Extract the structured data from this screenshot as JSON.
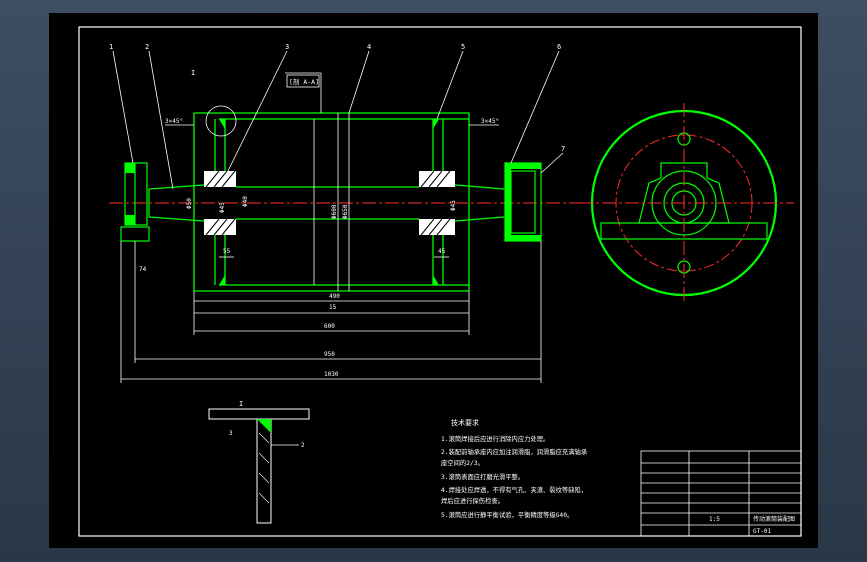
{
  "drawing": {
    "section_tag": "[剖 A-A]",
    "part_numbers": [
      "1",
      "2",
      "3",
      "4",
      "5",
      "6",
      "7"
    ],
    "detail_label": "I",
    "chamfer_left": "3×45°",
    "chamfer_right": "3×45°",
    "dims": {
      "d_inner": "Φ50",
      "d_bore": "Φ40",
      "d_shell": "Φ600",
      "d_outer": "Φ650",
      "d_right": "Φ45",
      "d_shaft": "Φ45",
      "len_55": "55",
      "len_45": "45",
      "len_490": "490",
      "len_600": "600",
      "len_950": "950",
      "len_total": "1030",
      "len_15": "15",
      "len_74": "74"
    },
    "detail": {
      "title": "I",
      "weld": "3",
      "ref": "2"
    },
    "notes": {
      "heading": "技术要求",
      "items": [
        "1.滚筒焊接后应进行消除内应力处理。",
        "2.装配前轴承座内应加注润滑脂，润滑脂应充满轴承",
        "  座空间的2/3。",
        "3.滚筒表面应打磨光滑平整。",
        "4.焊接处应焊透，不得有气孔、夹渣、裂纹等缺陷，",
        "  焊后应进行探伤检查。",
        "5.滚筒应进行静平衡试验，平衡精度等级G40。"
      ]
    },
    "title_block": {
      "name": "传动滚筒装配图",
      "drawing_no": "GT-01",
      "scale": "1:5"
    }
  },
  "colors": {
    "frame": "#ffffff",
    "outline": "#00ff00",
    "centerline": "#ff2a2a",
    "section": "#ffffff"
  }
}
